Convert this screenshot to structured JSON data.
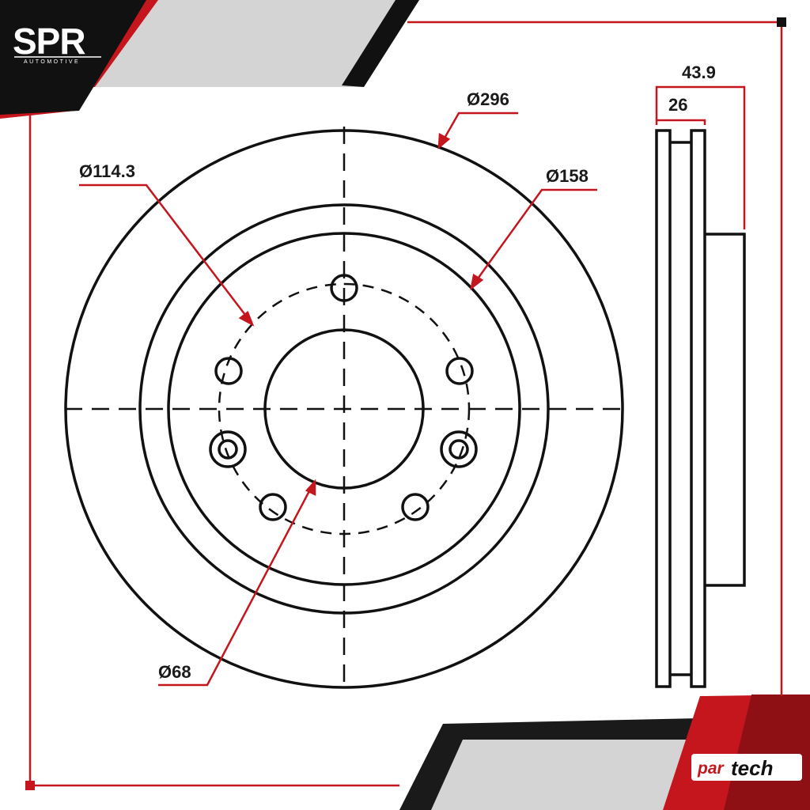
{
  "logo": {
    "name": "SPR",
    "tagline": "AUTOMOTIVE"
  },
  "brand": {
    "part1": "par",
    "part2": "tech"
  },
  "dimensions": {
    "outer_diameter": "Ø296",
    "bolt_circle": "Ø114.3",
    "hat_diameter": "Ø158",
    "center_bore": "Ø68",
    "total_height": "43.9",
    "thickness": "26"
  },
  "colors": {
    "accent": "#c4161c",
    "dark": "#111111",
    "light_gray": "#d4d4d4",
    "line": "#111111"
  }
}
